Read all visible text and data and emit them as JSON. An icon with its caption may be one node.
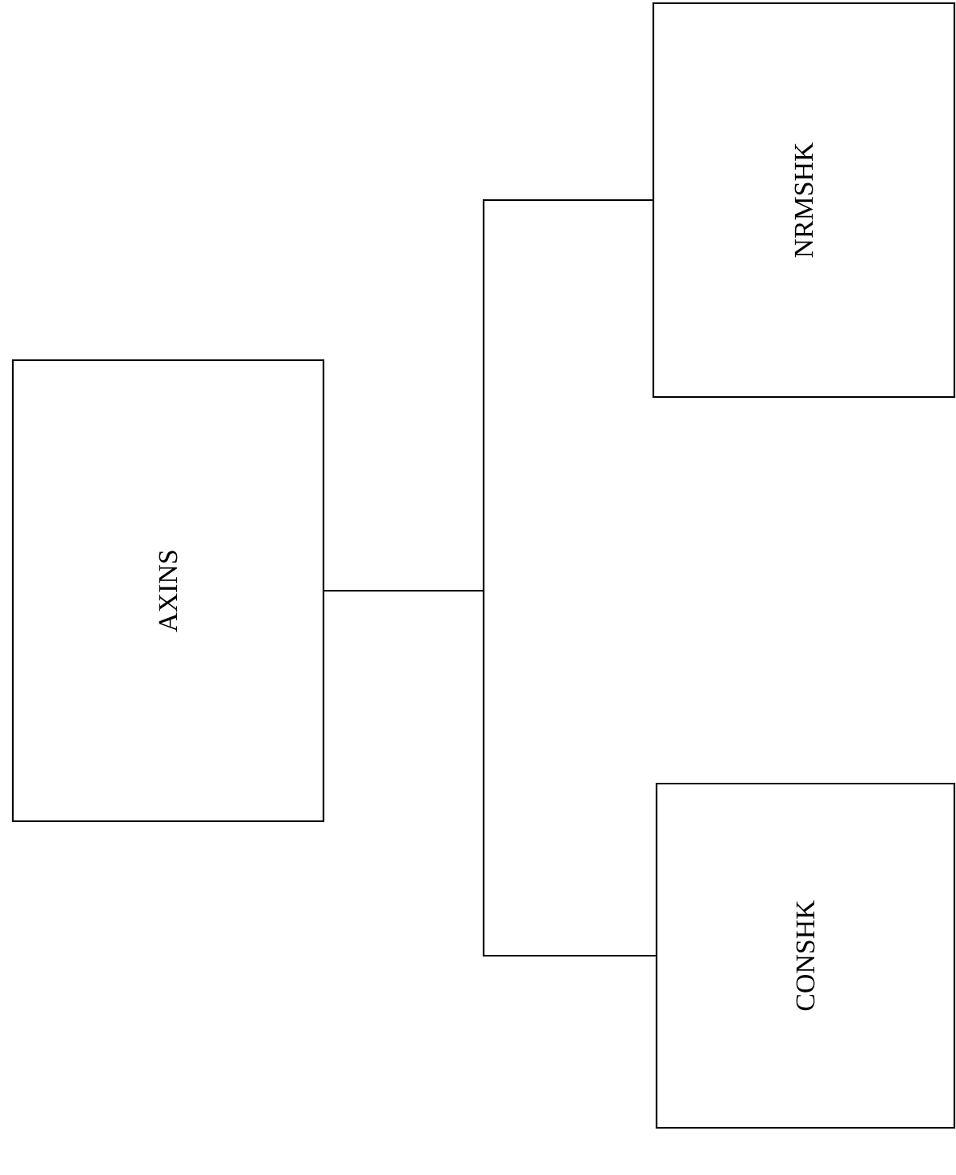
{
  "diagram": {
    "nodes": [
      {
        "text": [
          "AXINS"
        ]
      },
      {
        "text": [
          "NRMSHK"
        ]
      },
      {
        "text": [
          "CONSHK"
        ]
      }
    ],
    "edges": [
      {
        "from": 0,
        "to": 1,
        "arrow": "none"
      },
      {
        "from": 0,
        "to": 2,
        "arrow": "none"
      }
    ]
  }
}
